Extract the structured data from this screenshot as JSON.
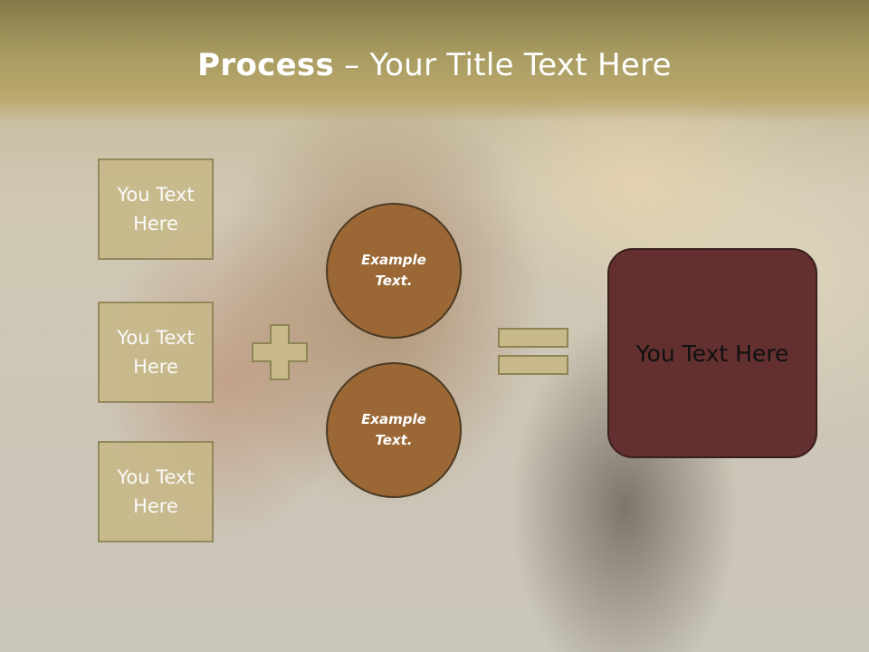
{
  "slide": {
    "title_bold": "Process",
    "title_rest": " – Your Title Text Here"
  },
  "inputs": [
    {
      "label": "You Text Here"
    },
    {
      "label": "You Text Here"
    },
    {
      "label": "You Text Here"
    }
  ],
  "operands": [
    {
      "label": "Example Text."
    },
    {
      "label": "Example Text."
    }
  ],
  "result": {
    "label": "You Text Here"
  },
  "colors": {
    "title_band": "#a89c62",
    "box_fill": "#c7b98a",
    "circle_fill": "#9a6735",
    "result_fill": "#632f2f"
  }
}
